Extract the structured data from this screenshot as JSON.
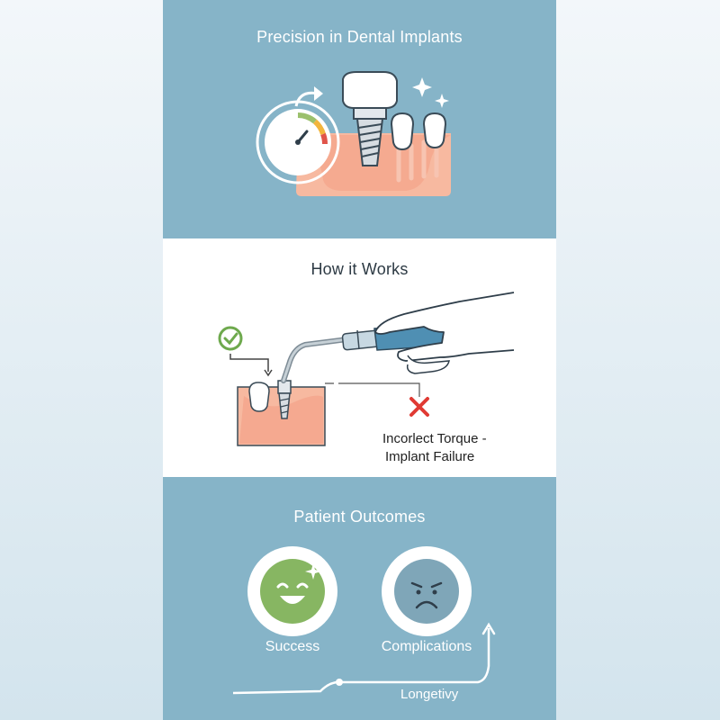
{
  "sections": {
    "top": {
      "title": "Precision in Dental Implants"
    },
    "middle": {
      "title": "How it Works",
      "error_line1": "Incorlect Torque -",
      "error_line2": "Implant Failure"
    },
    "bottom": {
      "title": "Patient Outcomes",
      "success_label": "Success",
      "complications_label": "Complications",
      "timeline_label": "Longetivy"
    }
  },
  "icons": [
    "torque-gauge-icon",
    "arrow-icon",
    "implant-crown-icon",
    "teeth-icon",
    "sparkle-icon",
    "checkmark-icon",
    "hand-icon",
    "dental-handpiece-icon",
    "cross-icon",
    "happy-face-icon",
    "sad-face-icon"
  ],
  "colors": {
    "panel_blue": "#86b4c8",
    "gum": "#f7b9a0",
    "success_green": "#87b662",
    "sad_blue": "#7fa6b8",
    "error_red": "#e03a33",
    "check_green": "#6ea94d"
  }
}
